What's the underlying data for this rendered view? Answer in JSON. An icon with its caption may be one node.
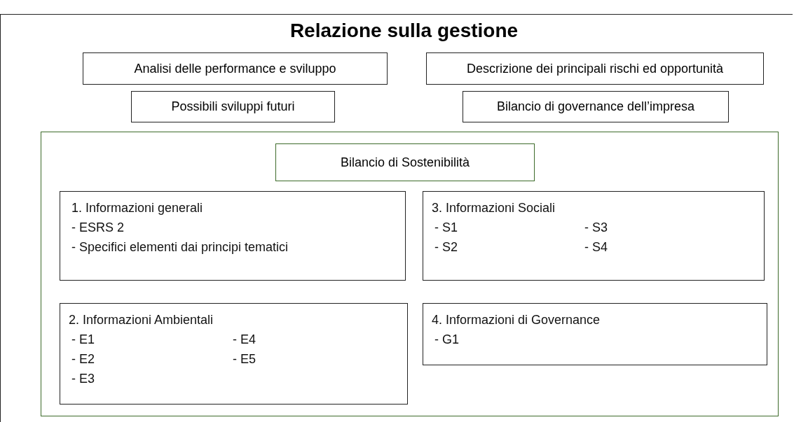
{
  "diagram": {
    "title": "Relazione sulla gestione",
    "nodes": [
      {
        "text": [
          "Analisi delle performance e sviluppo"
        ]
      },
      {
        "text": [
          "Descrizione dei principali rischi ed opportunità"
        ]
      },
      {
        "text": [
          "Possibili sviluppi futuri"
        ]
      },
      {
        "text": [
          "Bilancio di governance dell’impresa"
        ]
      },
      {
        "text": [],
        "shape": "box"
      },
      {
        "text": [
          "Bilancio di Sostenibilità"
        ],
        "in": 4
      },
      {
        "text": [
          "1. Informazioni generali",
          "- ESRS 2",
          "- Specifici elementi dai principi tematici"
        ],
        "in": 4
      },
      {
        "text": [
          "3. Informazioni Sociali",
          "- S1",
          "- S3",
          "- S2",
          "- S4"
        ],
        "in": 4
      },
      {
        "text": [
          "2. Informazioni Ambientali",
          "- E1",
          "- E4",
          "- E2",
          "- E5",
          "- E3"
        ],
        "in": 4
      },
      {
        "text": [
          "4. Informazioni di Governance",
          "- G1"
        ],
        "in": 4
      }
    ]
  }
}
